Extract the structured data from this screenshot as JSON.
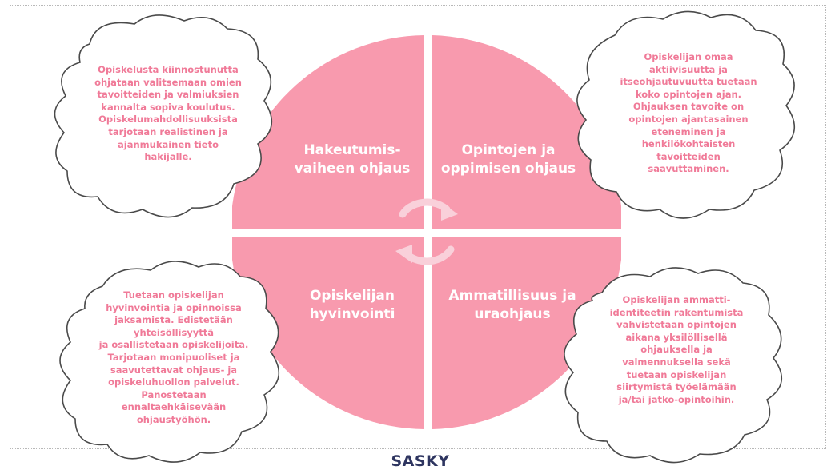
{
  "colors": {
    "wheel": "#f89aae",
    "cloud_text": "#f07a98",
    "cloud_stroke": "#4a4a4a",
    "logo": "#2e3560"
  },
  "quadrants": {
    "top_left": {
      "lines": [
        "Hakeutumis-",
        "vaiheen ohjaus"
      ]
    },
    "top_right": {
      "lines": [
        "Opintojen ja",
        "oppimisen ohjaus"
      ]
    },
    "bottom_left": {
      "lines": [
        "Opiskelijan",
        "hyvinvointi"
      ]
    },
    "bottom_right": {
      "lines": [
        "Ammatillisuus ja",
        "uraohjaus"
      ]
    }
  },
  "clouds": {
    "top_left": {
      "lines": [
        "Opiskelusta kiinnostunutta",
        "ohjataan valitsemaan omien",
        "tavoitteiden ja valmiuksien",
        "kannalta sopiva koulutus.",
        "Opiskelumahdollisuuksista",
        "tarjotaan realistinen ja",
        "ajanmukainen tieto",
        "hakijalle."
      ]
    },
    "top_right": {
      "lines": [
        "Opiskelijan omaa",
        "aktiivisuutta ja",
        "itseohjautuvuutta tuetaan",
        "koko opintojen ajan.",
        "Ohjauksen tavoite on",
        "opintojen ajantasainen",
        "eteneminen ja",
        "henkilökohtaisten",
        "tavoitteiden",
        "saavuttaminen."
      ]
    },
    "bottom_left": {
      "lines": [
        "Tuetaan opiskelijan",
        "hyvinvointia ja opinnoissa",
        "jaksamista. Edistetään",
        "yhteisöllisyyttä",
        "ja osallistetaan opiskelijoita.",
        "Tarjotaan monipuoliset ja",
        "saavutettavat ohjaus- ja",
        "opiskeluhuollon palvelut.",
        "Panostetaan",
        "ennaltaehkäisevään",
        "ohjaustyöhön."
      ]
    },
    "bottom_right": {
      "lines": [
        "Opiskelijan ammatti-",
        "identiteetin rakentumista",
        "vahvistetaan opintojen",
        "aikana yksilöllisellä",
        "ohjauksella ja",
        "valmennuksella sekä",
        "tuetaan opiskelijan",
        "siirtymistä työelämään",
        "ja/tai jatko-opintoihin."
      ]
    }
  },
  "logo": "SASKY"
}
